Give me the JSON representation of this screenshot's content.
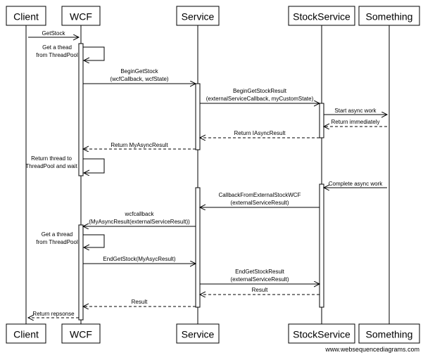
{
  "participants": [
    {
      "id": "client",
      "label": "Client"
    },
    {
      "id": "wcf",
      "label": "WCF"
    },
    {
      "id": "service",
      "label": "Service"
    },
    {
      "id": "stockservice",
      "label": "StockService"
    },
    {
      "id": "something",
      "label": "Something"
    }
  ],
  "messages": [
    {
      "from": "client",
      "to": "wcf",
      "style": "solid",
      "lines": [
        "GetStock"
      ]
    },
    {
      "from": "wcf",
      "to": "wcf",
      "style": "solid",
      "lines": [
        "Get a thead",
        "from ThreadPool"
      ]
    },
    {
      "from": "wcf",
      "to": "service",
      "style": "solid",
      "lines": [
        "BeginGetStock",
        "(wcfCallback, wcfState)"
      ]
    },
    {
      "from": "service",
      "to": "stockservice",
      "style": "solid",
      "lines": [
        "BeginGetStockResult",
        "(externalServiceCallback, myCustomState)"
      ]
    },
    {
      "from": "stockservice",
      "to": "something",
      "style": "solid",
      "lines": [
        "Start async work"
      ]
    },
    {
      "from": "something",
      "to": "stockservice",
      "style": "dashed",
      "lines": [
        "Return immediately"
      ]
    },
    {
      "from": "stockservice",
      "to": "service",
      "style": "dashed",
      "lines": [
        "Return IAsyncResult"
      ]
    },
    {
      "from": "service",
      "to": "wcf",
      "style": "dashed",
      "lines": [
        "Return MyAsyncResult"
      ]
    },
    {
      "from": "wcf",
      "to": "wcf",
      "style": "solid",
      "lines": [
        "Return thread to",
        "ThreadPool and wait"
      ]
    },
    {
      "from": "something",
      "to": "stockservice",
      "style": "solid",
      "lines": [
        "Complete async work"
      ]
    },
    {
      "from": "stockservice",
      "to": "service",
      "style": "solid",
      "lines": [
        "CallbackFromExternalStockWCF",
        "(externalServiceResult)"
      ]
    },
    {
      "from": "service",
      "to": "wcf",
      "style": "solid",
      "lines": [
        "wcfcallback",
        "(MyAsyncResult(externalServiceResult))"
      ]
    },
    {
      "from": "wcf",
      "to": "wcf",
      "style": "solid",
      "lines": [
        "Get a thread",
        "from ThreadPool"
      ]
    },
    {
      "from": "wcf",
      "to": "service",
      "style": "solid",
      "lines": [
        "EndGetStock(MyAsycResult)"
      ]
    },
    {
      "from": "service",
      "to": "stockservice",
      "style": "solid",
      "lines": [
        "EndGetStockResult",
        "(externalServiceResult)"
      ]
    },
    {
      "from": "stockservice",
      "to": "service",
      "style": "dashed",
      "lines": [
        "Result"
      ]
    },
    {
      "from": "service",
      "to": "wcf",
      "style": "dashed",
      "lines": [
        "Result"
      ]
    },
    {
      "from": "wcf",
      "to": "client",
      "style": "dashed",
      "lines": [
        "Return repsonse"
      ]
    }
  ],
  "footer": "www.websequencediagrams.com"
}
